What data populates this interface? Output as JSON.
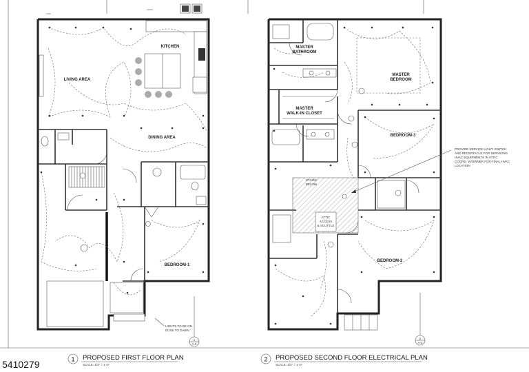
{
  "listing_id": "5410279",
  "first_floor": {
    "plan_number": "1",
    "title": "PROPOSED FIRST FLOOR PLAN",
    "scale": "SCALE: 1/4\" = 1'-0\"",
    "rooms": {
      "kitchen": "KITCHEN",
      "living_area": "LIVING AREA",
      "dining_area": "DINING AREA",
      "bedroom_1": "BEDROOM-1"
    },
    "note_lights": [
      "LIGHTS TO BE ON",
      "DUSK TO DAWN"
    ],
    "section_marker": [
      "1",
      "A-2"
    ]
  },
  "second_floor": {
    "plan_number": "2",
    "title": "PROPOSED SECOND FLOOR ELECTRICAL PLAN",
    "scale": "SCALE: 1/4\" = 1'-0\"",
    "rooms": {
      "master_bathroom": [
        "MASTER",
        "BATHROOM"
      ],
      "master_bedroom": [
        "MASTER",
        "BEDROOM"
      ],
      "master_closet": [
        "MASTER",
        "WALK-IN CLOSET"
      ],
      "bedroom_3": "BEDROOM-3",
      "bedroom_2": "BEDROOM-2",
      "attic_access": [
        "ATTIC",
        "ACCESS",
        "& SCUTTLE"
      ],
      "stairs_below": [
        "STAIRS",
        "BELOW"
      ]
    },
    "note_hvac": [
      "PROVIDE SERVICE LIGHT, SWITCH",
      "AND RECEPTACLE FOR SERVICING",
      "HVAC EQUIPMENTS IN ATTIC",
      "COORD. W/OWNER FOR FINAL HVAC",
      "LOCATION"
    ],
    "section_marker": [
      "2",
      "A-2"
    ]
  }
}
